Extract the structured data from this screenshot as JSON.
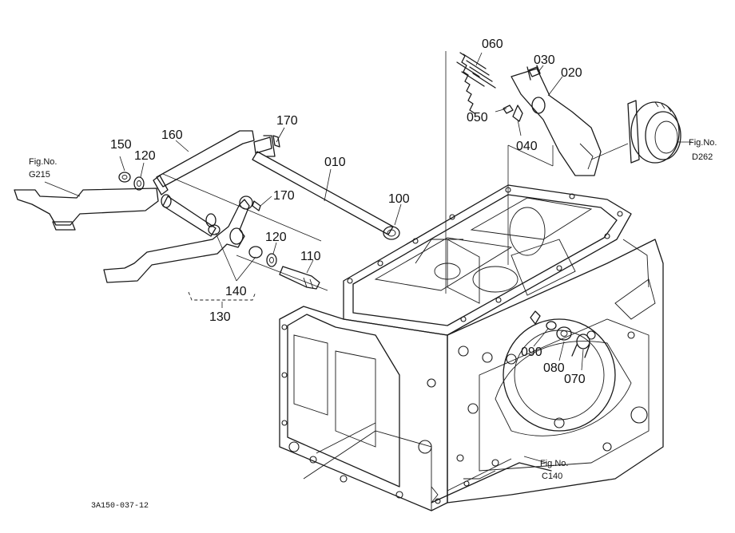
{
  "parts": {
    "p060": "060",
    "p030": "030",
    "p020": "020",
    "p050": "050",
    "p040": "040",
    "p170a": "170",
    "p170b": "170",
    "p160": "160",
    "p150": "150",
    "p120a": "120",
    "p120b": "120",
    "p010": "010",
    "p100": "100",
    "p110": "110",
    "p140": "140",
    "p130": "130",
    "p090": "090",
    "p080": "080",
    "p070": "070"
  },
  "figure_refs": {
    "g215_label": "Fig.No.",
    "g215_code": "G215",
    "d262_label": "Fig.No.",
    "d262_code": "D262",
    "c140_label": "Fig.No.",
    "c140_code": "C140"
  },
  "drawing_number": "3A150-037-12"
}
